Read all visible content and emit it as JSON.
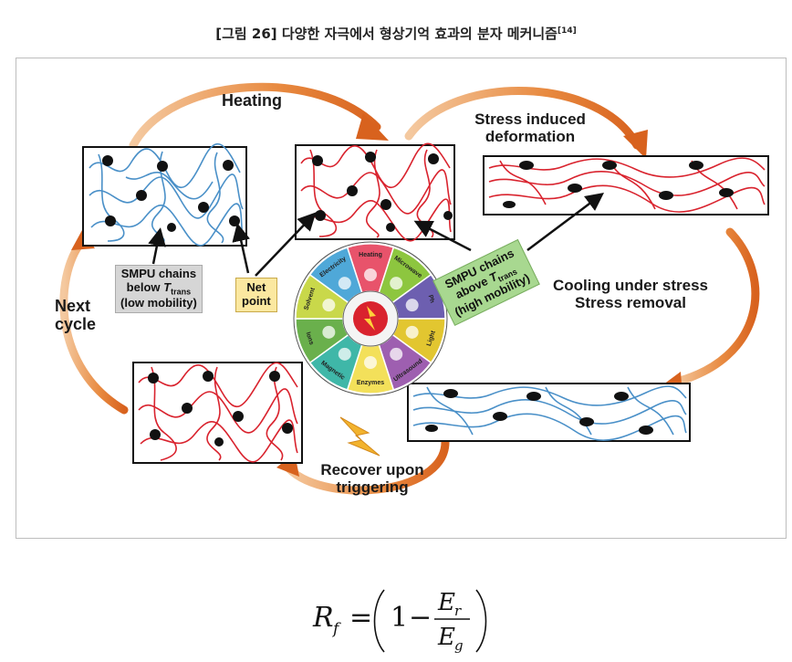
{
  "caption": {
    "text": "[그림 26] 다양한 자극에서 형상기억 효과의 분자 메커니즘",
    "ref": "[14]"
  },
  "labels": {
    "heating": "Heating",
    "stress_induced_line1": "Stress induced",
    "stress_induced_line2": "deformation",
    "next_line1": "Next",
    "next_line2": "cycle",
    "cooling_line1": "Cooling under stress",
    "cooling_line2": "Stress removal",
    "recover_line1": "Recover upon",
    "recover_line2": "triggering"
  },
  "callouts": {
    "below_line1": "SMPU chains",
    "below_line2": "below",
    "t_symbol": "T",
    "t_sub": "trans",
    "below_line3": "(low mobility)",
    "net_line1": "Net",
    "net_line2": "point",
    "above_line1": "SMPU chains",
    "above_line2": "above",
    "above_line3": "(high mobility)"
  },
  "wheel": {
    "segments": [
      {
        "label": "Heating",
        "color": "#e8536b"
      },
      {
        "label": "Microwave",
        "color": "#8dc63f"
      },
      {
        "label": "Ph",
        "color": "#6d5fb0"
      },
      {
        "label": "Light",
        "color": "#e2c630"
      },
      {
        "label": "Ultrasound",
        "color": "#9e5fb0"
      },
      {
        "label": "Enzymes",
        "color": "#f3e05a"
      },
      {
        "label": "Magnetic",
        "color": "#3fb7a8"
      },
      {
        "label": "Ions",
        "color": "#6ab04c"
      },
      {
        "label": "Solvent",
        "color": "#c9d84a"
      },
      {
        "label": "Electricity",
        "color": "#4fa8d8"
      }
    ]
  },
  "formula": {
    "lhs": "R",
    "lhs_sub": "f",
    "equals": "=",
    "one": "1",
    "minus": "−",
    "num": "E",
    "num_sub": "r",
    "den": "E",
    "den_sub": "g"
  },
  "colors": {
    "blue_chain": "#4a90c8",
    "red_chain": "#d9232e",
    "arrow_orange": "#e07a2e"
  }
}
